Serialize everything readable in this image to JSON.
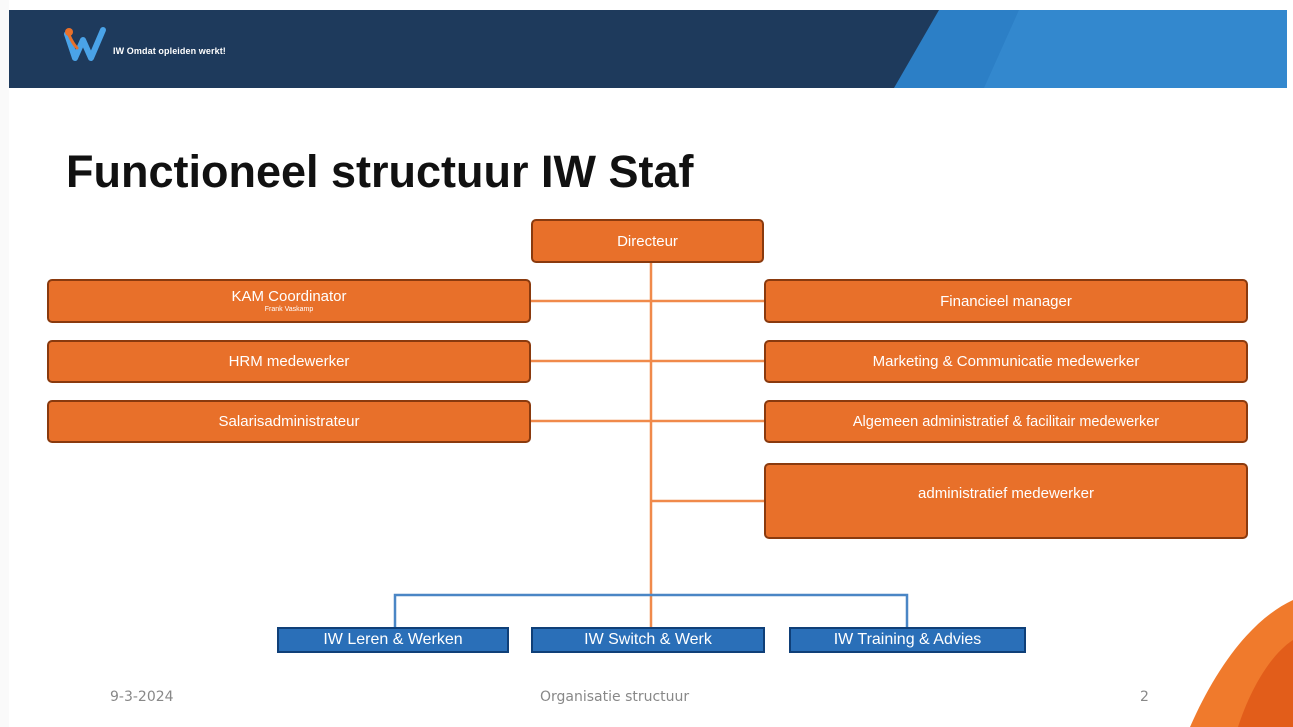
{
  "header": {
    "brand": "IW",
    "tagline": "IW Omdat opleiden werkt!"
  },
  "slide": {
    "title": "Functioneel structuur IW Staf"
  },
  "org": {
    "director": "Directeur",
    "left": [
      {
        "label": "KAM Coordinator",
        "sublabel": "Frank Vaskamp"
      },
      {
        "label": "HRM medewerker"
      },
      {
        "label": "Salarisadministrateur"
      }
    ],
    "right": [
      {
        "label": "Financieel manager"
      },
      {
        "label": "Marketing & Communicatie medewerker"
      },
      {
        "label": "Algemeen administratief & facilitair medewerker"
      },
      {
        "label": "administratief medewerker"
      }
    ],
    "units": [
      {
        "label": "IW Leren & Werken"
      },
      {
        "label": "IW Switch & Werk"
      },
      {
        "label": "IW Training & Advies"
      }
    ]
  },
  "footer": {
    "date": "9-3-2024",
    "center": "Organisatie structuur",
    "page": "2"
  },
  "colors": {
    "header_bg": "#1e3a5c",
    "header_accent": "#2c7fc6",
    "box_fill": "#e8702a",
    "box_border": "#8a3a0e",
    "unit_fill": "#2a6fb8",
    "connector_orange": "#f08a4b",
    "connector_blue": "#4a86c5"
  }
}
